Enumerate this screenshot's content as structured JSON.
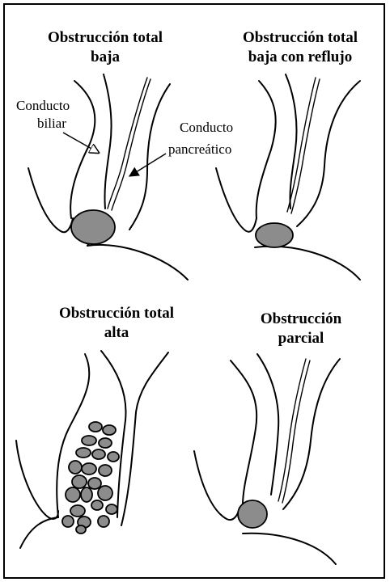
{
  "panels": [
    {
      "title_line1": "Obstrucción total",
      "title_line2": "baja"
    },
    {
      "title_line1": "Obstrucción total",
      "title_line2": "baja con reflujo"
    },
    {
      "title_line1": "Obstrucción total",
      "title_line2": "alta"
    },
    {
      "title_line1": "Obstrucción",
      "title_line2": "parcial"
    }
  ],
  "labels": {
    "bile_duct_line1": "Conducto",
    "bile_duct_line2": "biliar",
    "pancreatic_duct_line1": "Conducto",
    "pancreatic_duct_line2": "pancreático"
  }
}
